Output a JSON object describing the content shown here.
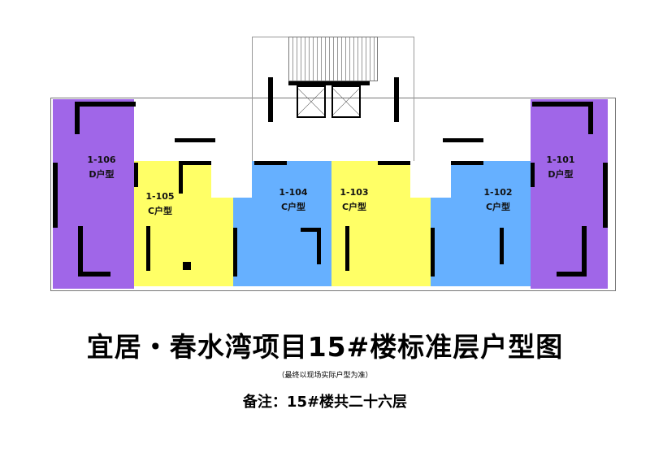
{
  "title": "宜居・春水湾项目15#楼标准层户型图",
  "subtitle": "（最终以现场实际户型为准）",
  "note": "备注：15#楼共二十六层",
  "colors": {
    "type_d": "#a066e8",
    "type_c_yellow": "#ffff66",
    "type_c_blue": "#66b0ff"
  },
  "units": [
    {
      "number": "1-106",
      "type": "D户型"
    },
    {
      "number": "1-105",
      "type": "C户型"
    },
    {
      "number": "1-104",
      "type": "C户型"
    },
    {
      "number": "1-103",
      "type": "C户型"
    },
    {
      "number": "1-102",
      "type": "C户型"
    },
    {
      "number": "1-101",
      "type": "D户型"
    }
  ]
}
